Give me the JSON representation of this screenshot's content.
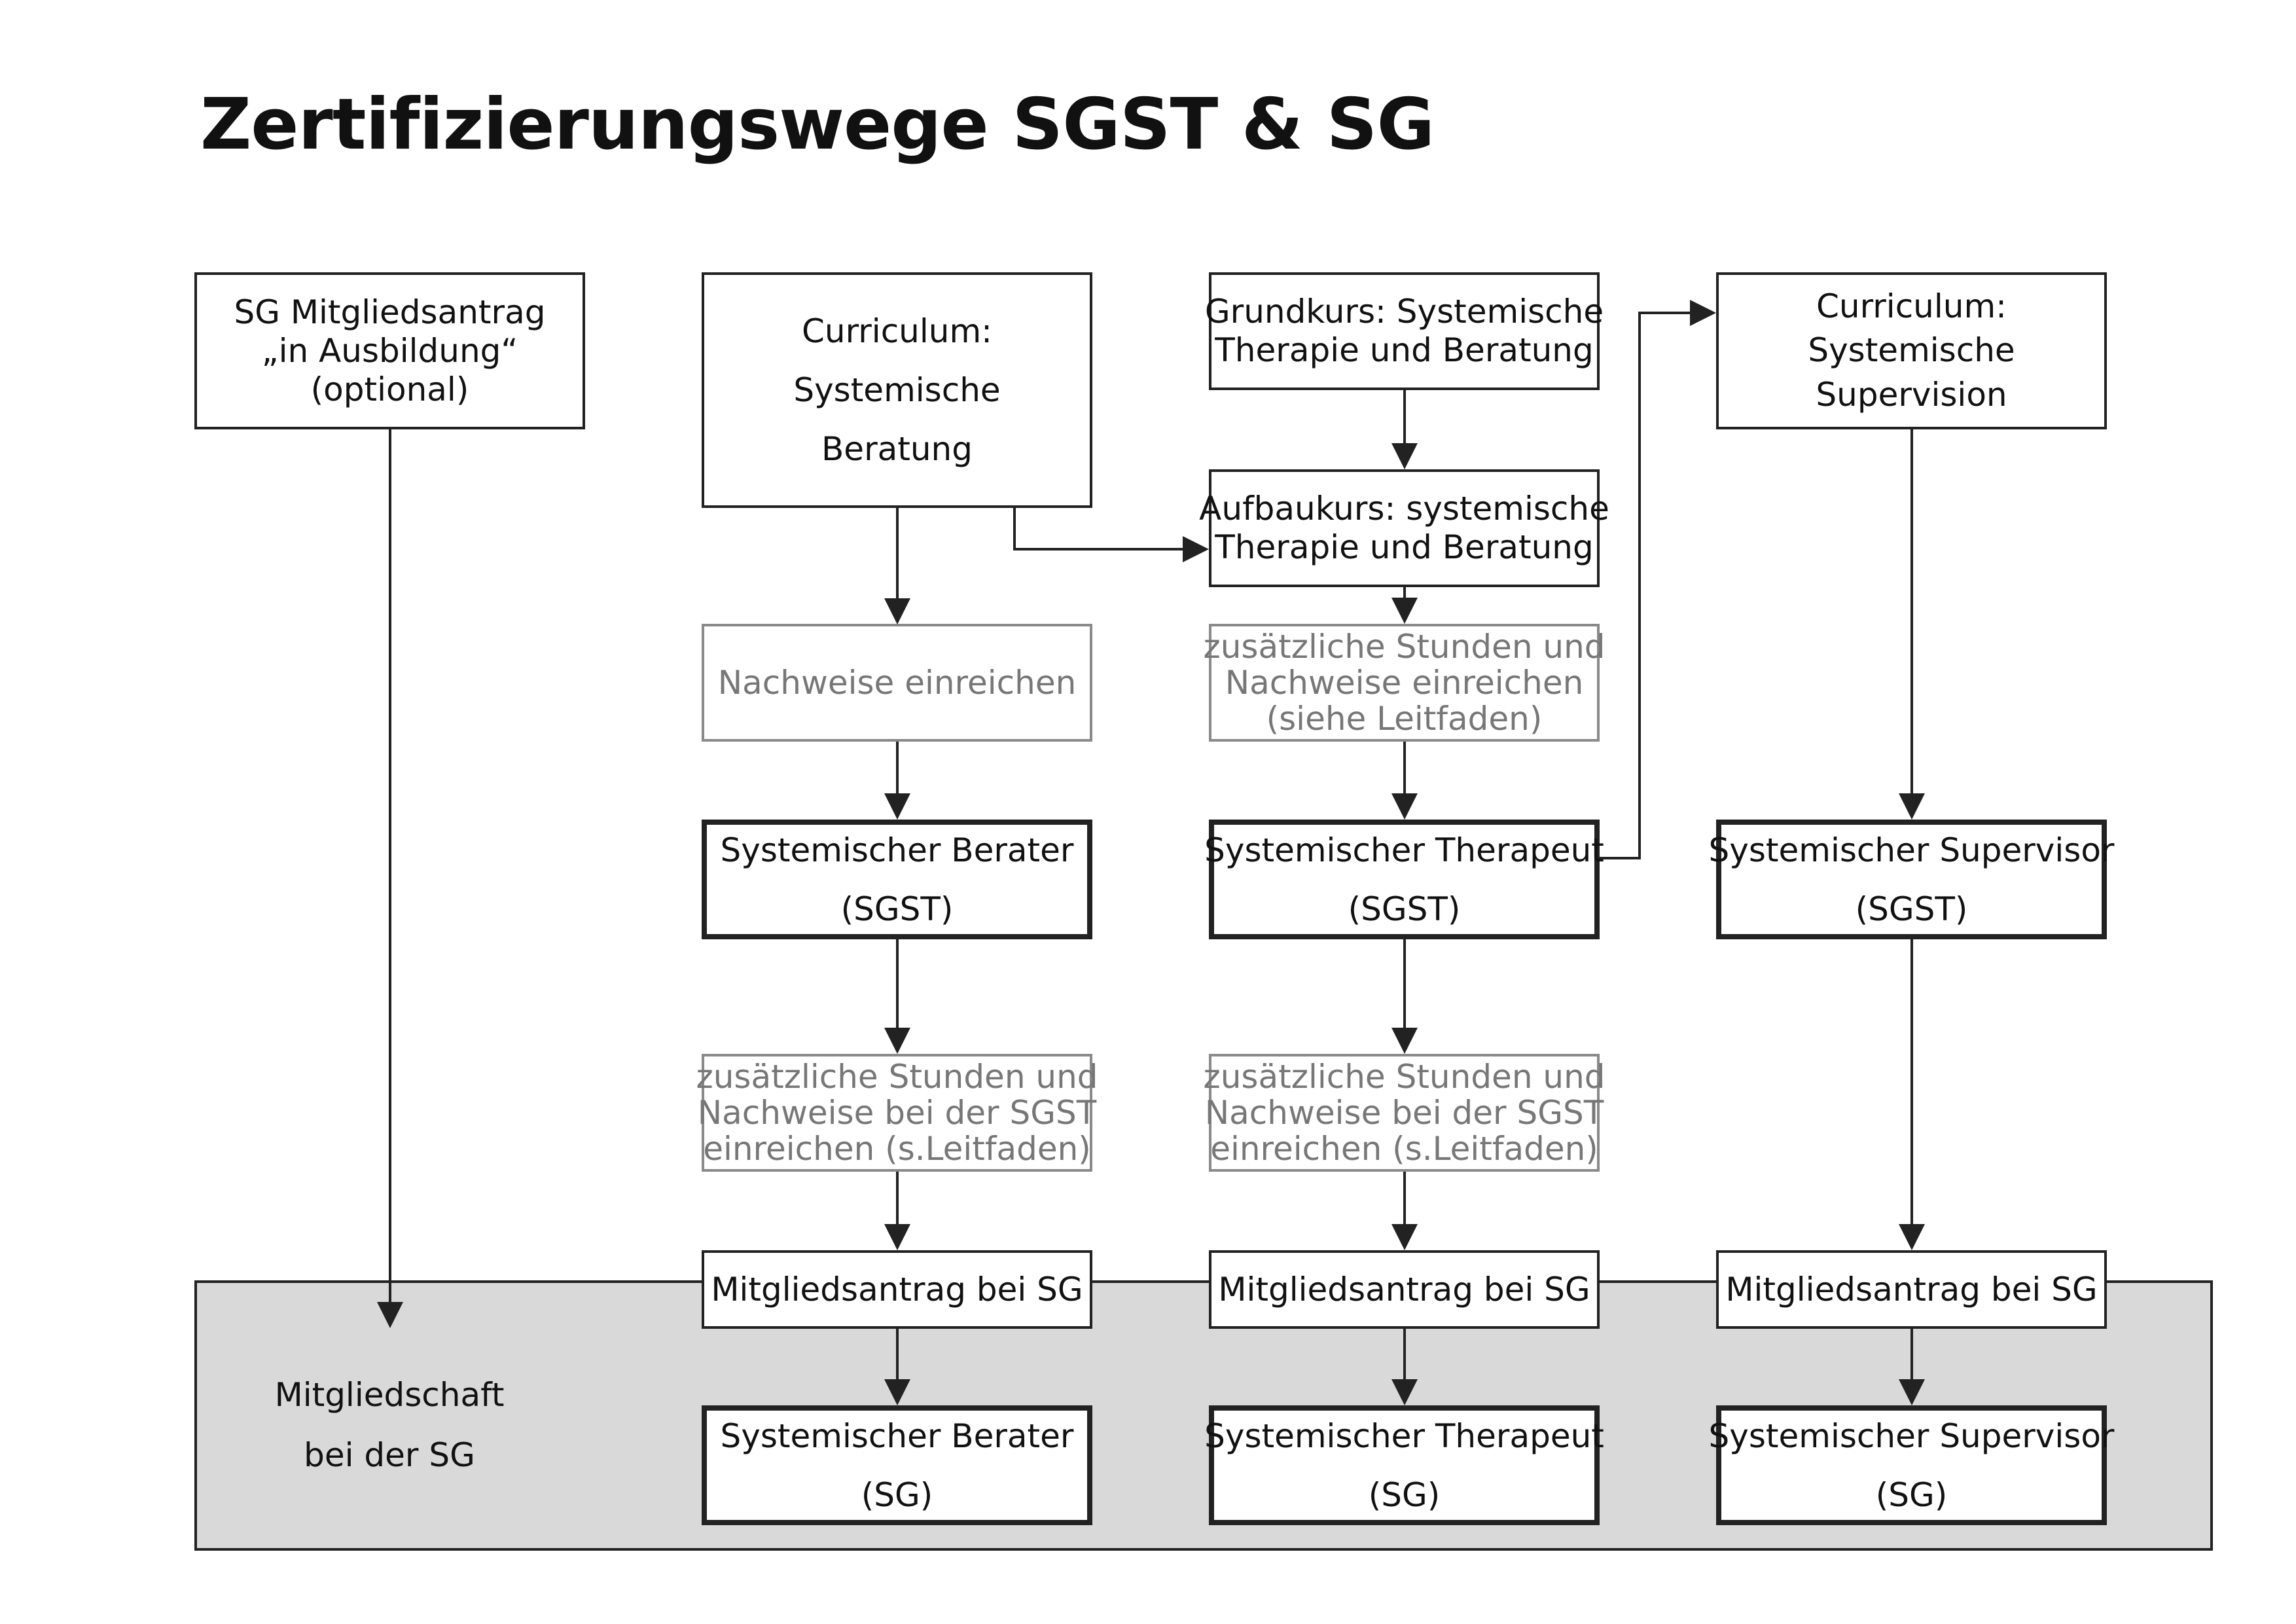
{
  "title": "Zertifizierungswege SGST & SG",
  "membership_area": {
    "lines": [
      "Mitgliedschaft",
      "bei der SG"
    ]
  },
  "boxes": {
    "sg_antrag_ausbildung": [
      "SG Mitgliedsantrag",
      "„in Ausbildung“",
      "(optional)"
    ],
    "curriculum_beratung": [
      "Curriculum:",
      "Systemische",
      "Beratung"
    ],
    "grundkurs": [
      "Grundkurs: Systemische",
      "Therapie und Beratung"
    ],
    "curriculum_supervision": [
      "Curriculum:",
      "Systemische",
      "Supervision"
    ],
    "aufbaukurs": [
      "Aufbaukurs: systemische",
      "Therapie und Beratung"
    ],
    "nachweise_einreichen": [
      "Nachweise einreichen"
    ],
    "zusaetzliche_therapie_1": [
      "zusätzliche Stunden und",
      "Nachweise einreichen",
      "(siehe Leitfaden)"
    ],
    "berater_sgst": [
      "Systemischer Berater",
      "(SGST)"
    ],
    "therapeut_sgst": [
      "Systemischer Therapeut",
      "(SGST)"
    ],
    "supervisor_sgst": [
      "Systemischer Supervisor",
      "(SGST)"
    ],
    "zusaetzliche_berater_2": [
      "zusätzliche Stunden und",
      "Nachweise bei der SGST",
      "einreichen (s.Leitfaden)"
    ],
    "zusaetzliche_therapie_2": [
      "zusätzliche Stunden und",
      "Nachweise bei der SGST",
      "einreichen (s.Leitfaden)"
    ],
    "antrag_berater": [
      "Mitgliedsantrag bei SG"
    ],
    "antrag_therapeut": [
      "Mitgliedsantrag bei SG"
    ],
    "antrag_supervisor": [
      "Mitgliedsantrag bei SG"
    ],
    "berater_sg": [
      "Systemischer Berater",
      "(SG)"
    ],
    "therapeut_sg": [
      "Systemischer Therapeut",
      "(SG)"
    ],
    "supervisor_sg": [
      "Systemischer Supervisor",
      "(SG)"
    ]
  },
  "colors": {
    "line": "#222222",
    "muted_border": "#8a8a8a",
    "muted_text": "#777777",
    "membership_fill": "#d9d9d9"
  }
}
